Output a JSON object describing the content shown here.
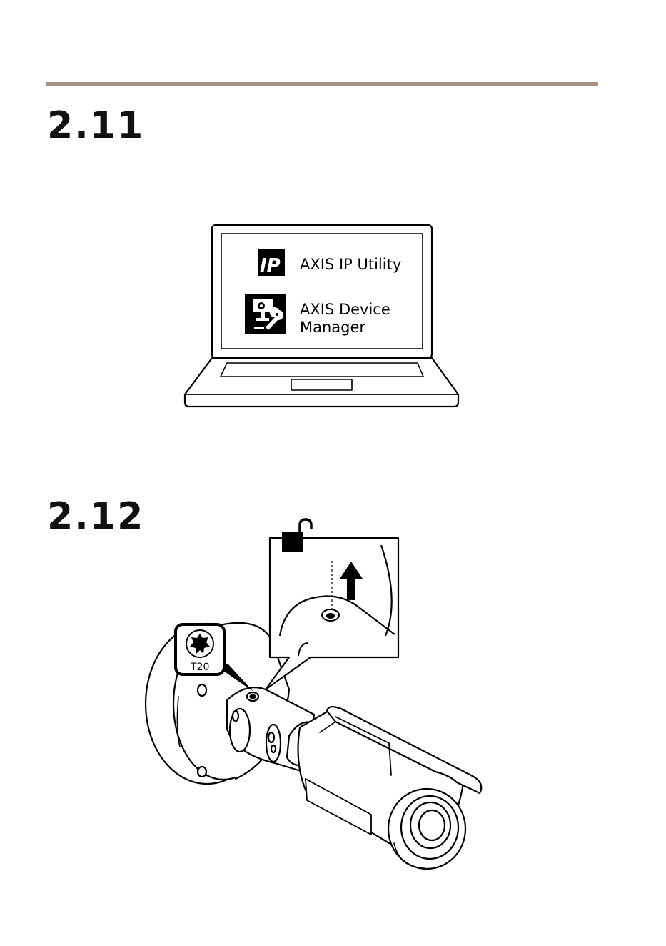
{
  "steps": {
    "first": "2.11",
    "second": "2.12"
  },
  "laptop": {
    "ip_icon_label": "IP",
    "app1": "AXIS IP Utility",
    "app2_line1": "AXIS Device",
    "app2_line2": "Manager"
  },
  "camera": {
    "tool_label": "T20",
    "icons": [
      "unlock-icon",
      "up-arrow-icon",
      "torx-screwdriver-icon"
    ]
  },
  "colors": {
    "rule": "#a39486",
    "ink": "#111111"
  }
}
